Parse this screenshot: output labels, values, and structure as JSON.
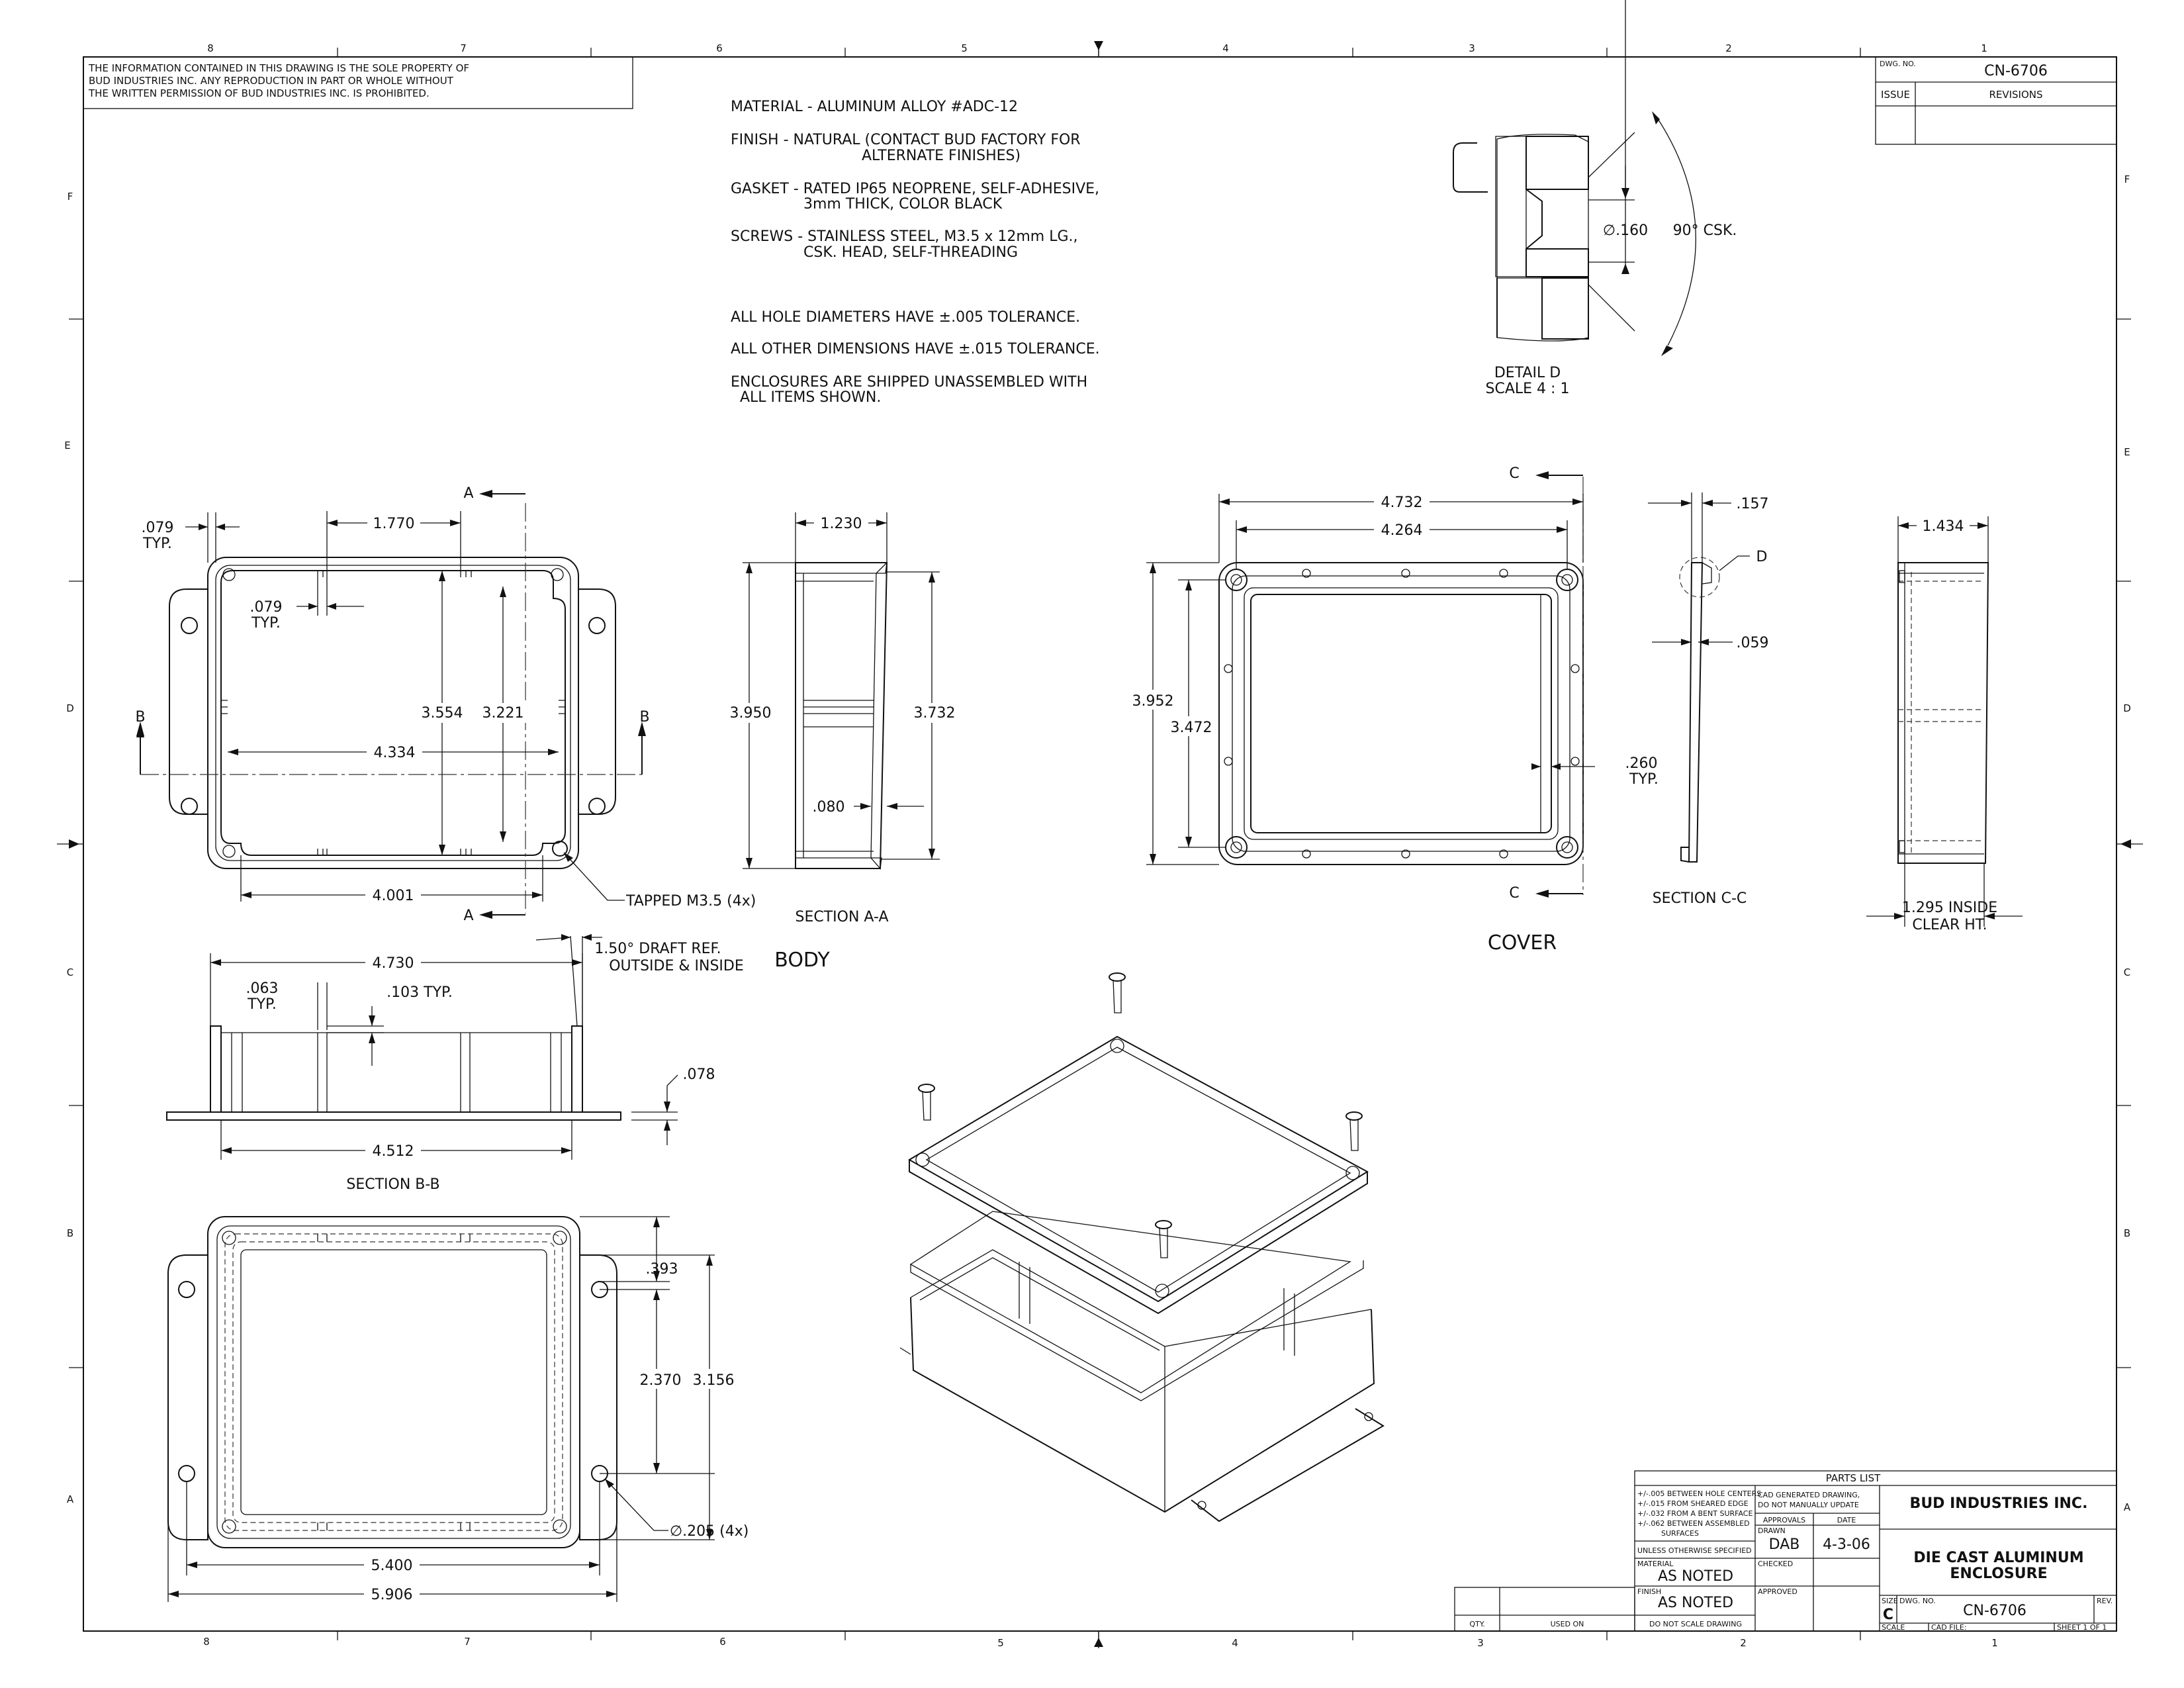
{
  "border": {
    "zones_top": [
      "8",
      "7",
      "6",
      "5",
      "4",
      "3",
      "2",
      "1"
    ],
    "zones_bottom": [
      "8",
      "7",
      "6",
      "5",
      "4",
      "3",
      "2",
      "1"
    ],
    "rows_left": [
      "F",
      "E",
      "D",
      "C",
      "B",
      "A"
    ],
    "rows_right": [
      "F",
      "E",
      "D",
      "C",
      "B",
      "A"
    ]
  },
  "proprietary_notice": [
    "THE INFORMATION CONTAINED IN THIS DRAWING IS THE SOLE PROPERTY OF",
    "BUD INDUSTRIES INC. ANY REPRODUCTION IN PART OR WHOLE WITHOUT",
    "THE WRITTEN PERMISSION OF BUD INDUSTRIES INC. IS PROHIBITED."
  ],
  "revision_block": {
    "dwg_no_label": "DWG. NO.",
    "dwg_no": "CN-6706",
    "issue_label": "ISSUE",
    "revisions_label": "REVISIONS"
  },
  "notes": {
    "material": "MATERIAL - ALUMINUM ALLOY #ADC-12",
    "finish_1": "FINISH - NATURAL (CONTACT BUD FACTORY FOR",
    "finish_2": "ALTERNATE FINISHES)",
    "gasket_1": "GASKET - RATED IP65 NEOPRENE, SELF-ADHESIVE,",
    "gasket_2": "3mm THICK, COLOR BLACK",
    "screws_1": "SCREWS - STAINLESS STEEL, M3.5 x 12mm LG.,",
    "screws_2": "CSK. HEAD, SELF-THREADING",
    "tol_holes": "ALL HOLE DIAMETERS HAVE ±.005 TOLERANCE.",
    "tol_other": "ALL OTHER DIMENSIONS HAVE ±.015 TOLERANCE.",
    "shipped_1": "ENCLOSURES ARE SHIPPED UNASSEMBLED WITH",
    "shipped_2": "ALL ITEMS SHOWN."
  },
  "detail_d": {
    "dia": "∅.160",
    "angle": "90° CSK.",
    "title": "DETAIL D",
    "scale": "SCALE 4 : 1"
  },
  "body_top": {
    "d_079_a": ".079",
    "d_079_a_typ": "TYP.",
    "d_1770": "1.770",
    "d_079_b": ".079",
    "d_079_b_typ": "TYP.",
    "d_3554": "3.554",
    "d_3221": "3.221",
    "d_4334": "4.334",
    "d_4001": "4.001",
    "tapped": "TAPPED M3.5 (4x)",
    "sec_a": "A",
    "sec_b": "B"
  },
  "section_aa": {
    "d_1230": "1.230",
    "d_3950": "3.950",
    "d_3732": "3.732",
    "d_080": ".080",
    "title": "SECTION A-A"
  },
  "body_label": "BODY",
  "section_bb": {
    "d_4730": "4.730",
    "draft_1": "1.50° DRAFT REF.",
    "draft_2": "OUTSIDE & INSIDE",
    "d_063": ".063",
    "d_063_typ": "TYP.",
    "d_103": ".103 TYP.",
    "d_078": ".078",
    "d_4512": "4.512",
    "title": "SECTION B-B"
  },
  "bottom_view": {
    "d_393": ".393",
    "d_2370": "2.370",
    "d_3156": "3.156",
    "d_205": "∅.205 (4x)",
    "d_5400": "5.400",
    "d_5906": "5.906"
  },
  "cover_view": {
    "sec_c": "C",
    "d_4732": "4.732",
    "d_4264": "4.264",
    "d_3952": "3.952",
    "d_3472": "3.472",
    "d_260": ".260",
    "d_260_typ": "TYP.",
    "label": "COVER"
  },
  "section_cc": {
    "d_157": ".157",
    "d_D": "D",
    "d_059": ".059",
    "title": "SECTION C-C"
  },
  "side_view": {
    "d_1434": "1.434",
    "inside_1": "1.295 INSIDE",
    "inside_2": "CLEAR HT."
  },
  "title_block": {
    "parts_list": "PARTS LIST",
    "tol_1": "+/-.005 BETWEEN HOLE CENTERS",
    "tol_2": "+/-.015 FROM SHEARED EDGE",
    "tol_3": "+/-.032 FROM A BENT SURFACE",
    "tol_4": "+/-.062 BETWEEN ASSEMBLED",
    "tol_5": "SURFACES",
    "unless": "UNLESS OTHERWISE SPECIFIED",
    "cad_1": "CAD GENERATED DRAWING,",
    "cad_2": "DO NOT MANUALLY UPDATE",
    "approvals": "APPROVALS",
    "date": "DATE",
    "drawn": "DRAWN",
    "drawn_by": "DAB",
    "drawn_date": "4-3-06",
    "checked": "CHECKED",
    "approved": "APPROVED",
    "material_label": "MATERIAL",
    "material_val": "AS NOTED",
    "finish_label": "FINISH",
    "finish_val": "AS NOTED",
    "company": "BUD INDUSTRIES INC.",
    "title_1": "DIE CAST ALUMINUM",
    "title_2": "ENCLOSURE",
    "size_label": "SIZE",
    "size": "C",
    "dwg_no_label": "DWG. NO.",
    "dwg_no": "CN-6706",
    "rev_label": "REV.",
    "scale_label": "SCALE",
    "cad_file_label": "CAD FILE:",
    "sheet": "SHEET 1 OF 1",
    "qty": "QTY.",
    "used_on": "USED ON",
    "no_scale": "DO NOT SCALE DRAWING"
  }
}
